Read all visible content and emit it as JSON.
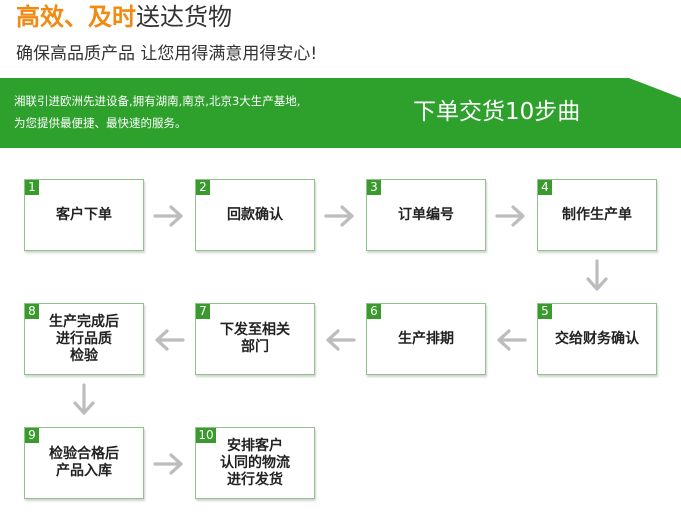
{
  "headline": {
    "part1": "高效、及时",
    "part2": "送达货物"
  },
  "subtitle": "确保高品质产品  让您用得满意用得安心!",
  "banner": {
    "line1": "湘联引进欧洲先进设备,拥有湖南,南京,北京3大生产基地,",
    "line2": "为您提供最便捷、最快速的服务。",
    "title": "下单交货10步曲"
  },
  "steps": [
    {
      "num": "1",
      "label": "客户下单"
    },
    {
      "num": "2",
      "label": "回款确认"
    },
    {
      "num": "3",
      "label": "订单编号"
    },
    {
      "num": "4",
      "label": "制作生产单"
    },
    {
      "num": "5",
      "label": "交给财务确认"
    },
    {
      "num": "6",
      "label": "生产排期"
    },
    {
      "num": "7",
      "label": "下发至相关\n部门"
    },
    {
      "num": "8",
      "label": "生产完成后\n进行品质\n检验"
    },
    {
      "num": "9",
      "label": "检验合格后\n产品入库"
    },
    {
      "num": "10",
      "label": "安排客户\n认同的物流\n进行发货"
    }
  ],
  "colors": {
    "orange": "#f08a12",
    "green": "#2ea02c",
    "badge": "#3a9a2d",
    "arrow": "#bdbdbd"
  }
}
